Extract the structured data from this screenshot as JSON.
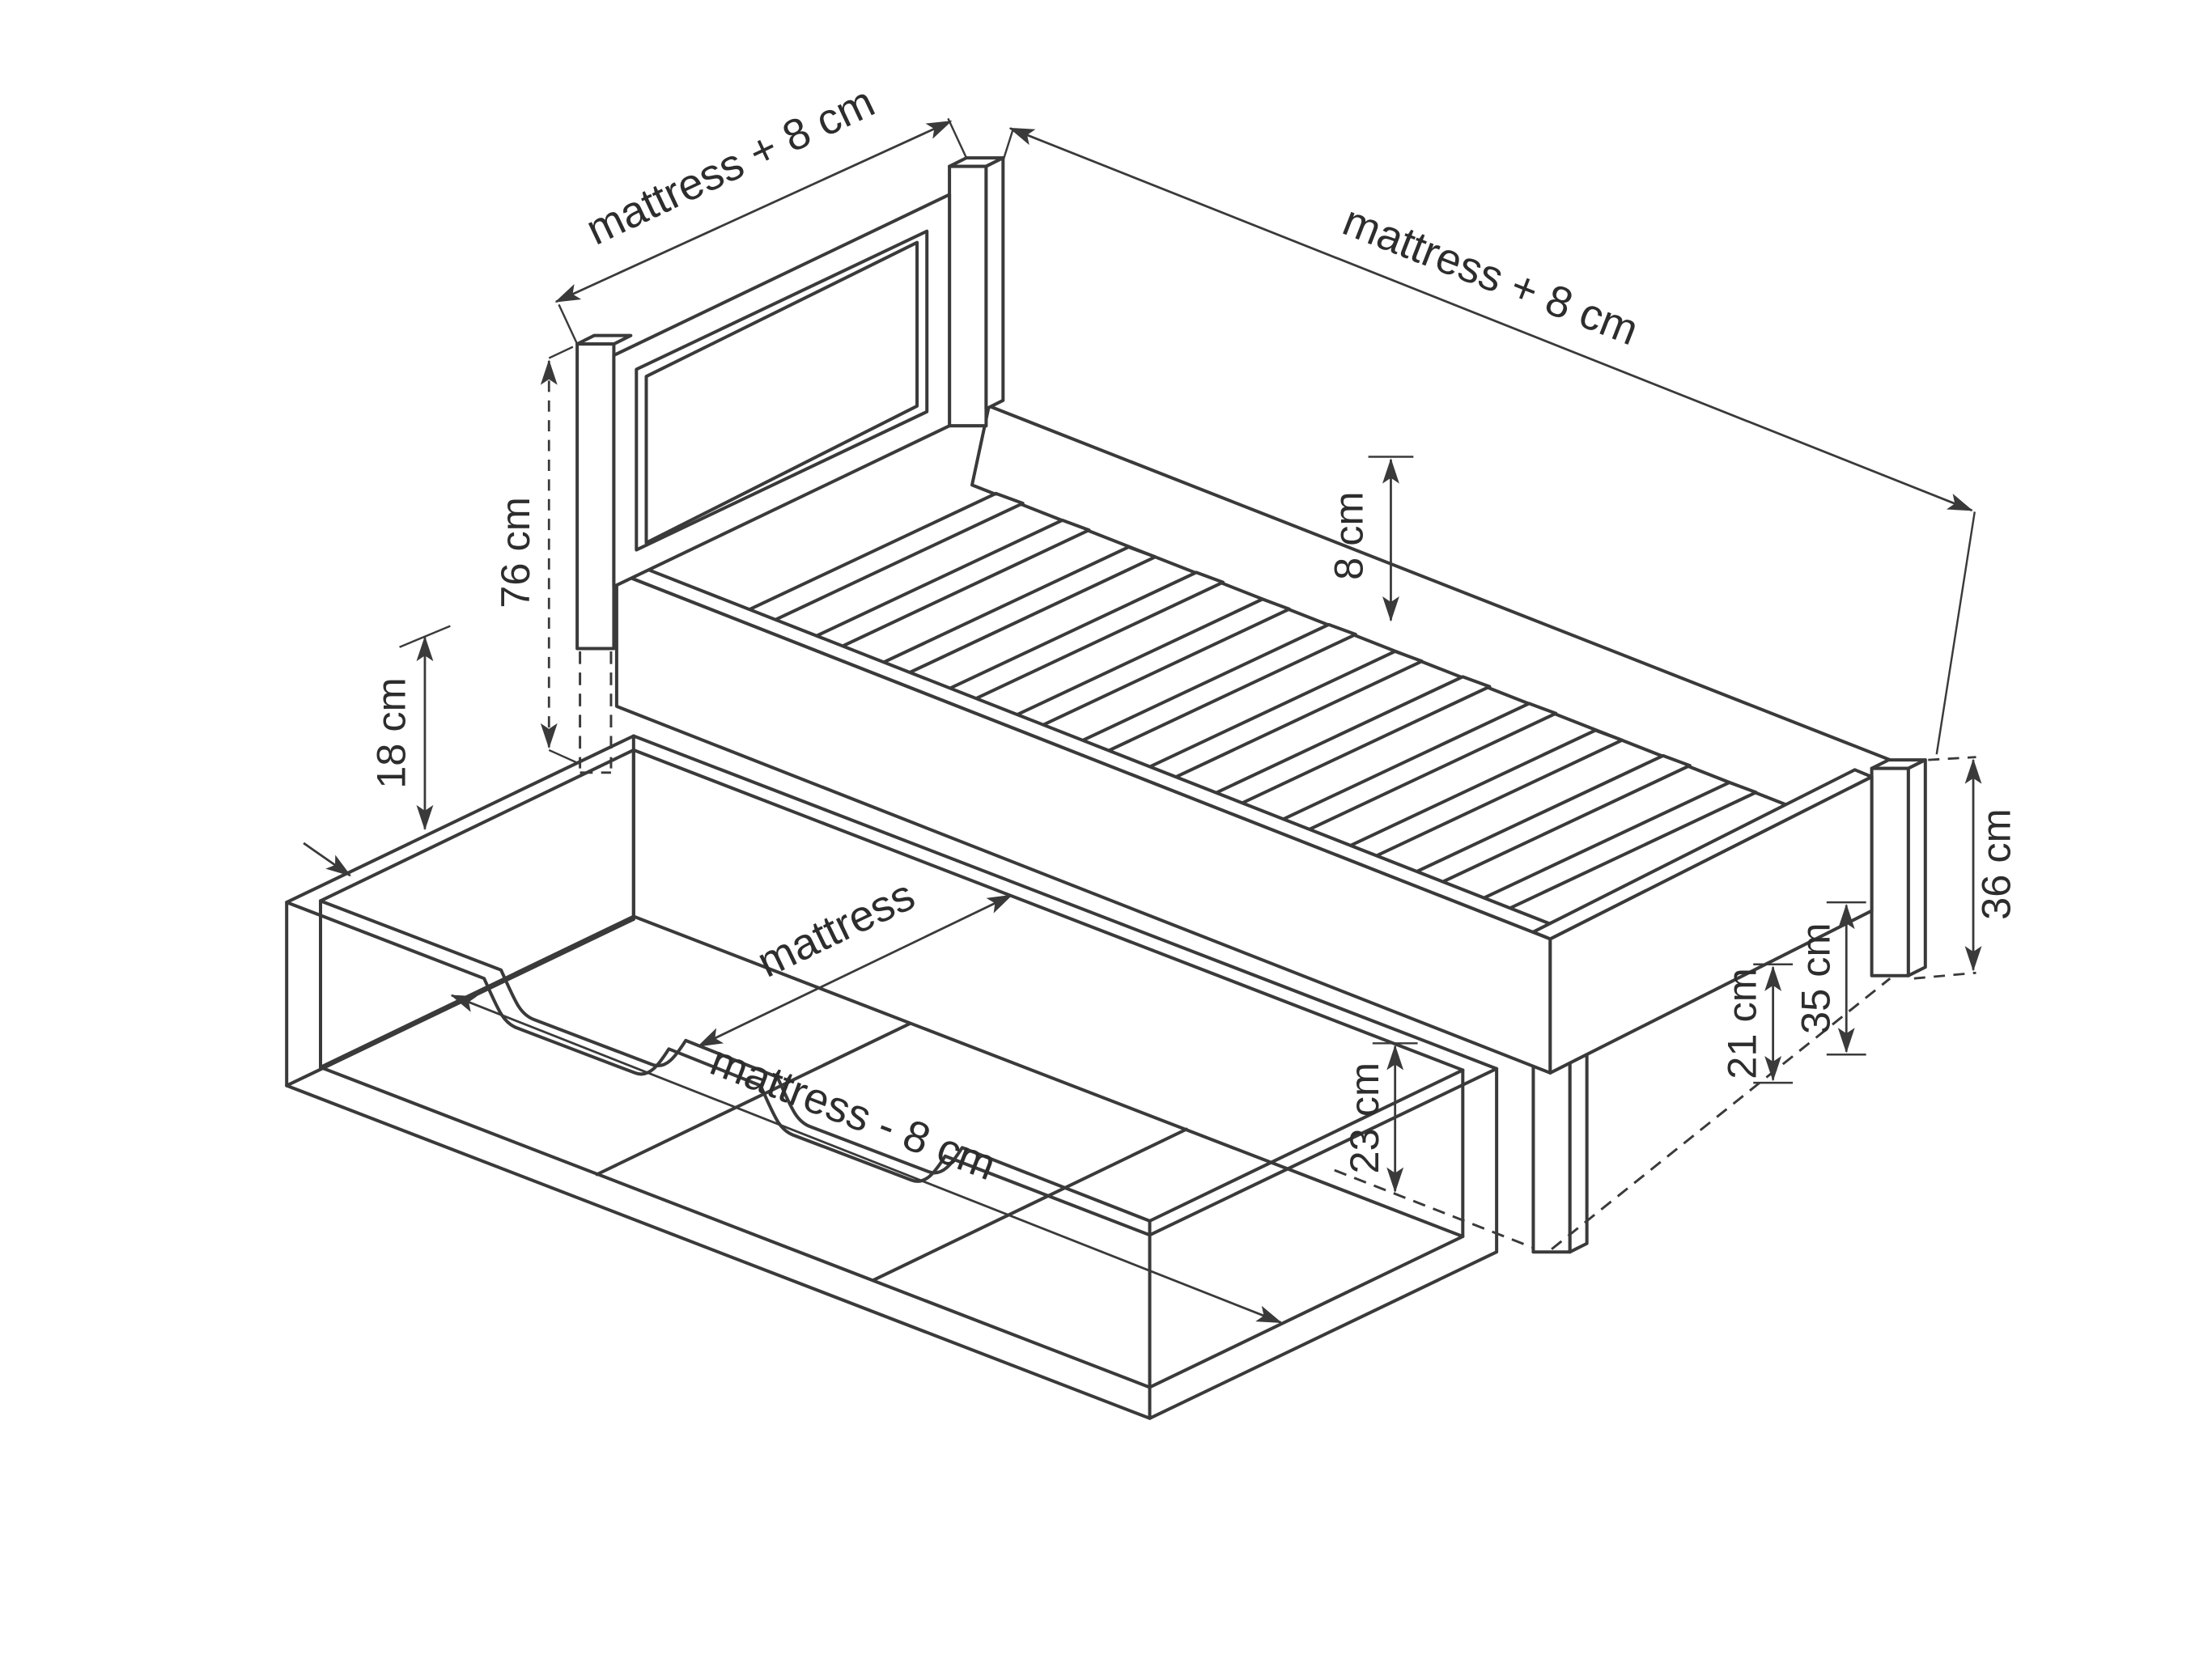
{
  "diagram": {
    "type": "technical-drawing",
    "subject": "bed-frame-with-pullout-storage-drawer",
    "background": "#ffffff",
    "line_color": "#3a3a3a",
    "labels": {
      "headboard_width": "mattress + 8 cm",
      "bed_length": "mattress + 8 cm",
      "headboard_height": "76 cm",
      "drawer_height": "18 cm",
      "rail_above_slats": "8 cm",
      "foot_end_height": "36 cm",
      "leg_height": "35 cm",
      "under_bed_clearance": "21 cm",
      "drawer_offset": "23 cm",
      "drawer_width": "mattress",
      "drawer_length": "mattress - 8 cm"
    }
  }
}
